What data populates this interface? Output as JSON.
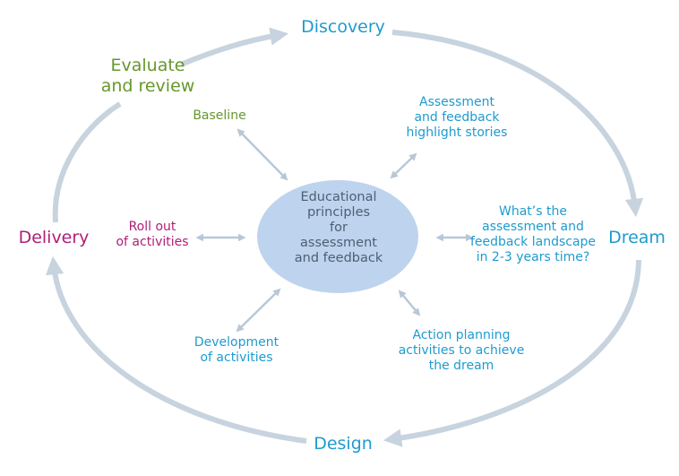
{
  "colors": {
    "stage_blue": "#1e9bcf",
    "stage_green": "#66982c",
    "stage_magenta": "#b01e77",
    "cycle_arrow": "#c7d3de",
    "connector_arrow": "#b8c7d6",
    "center_fill": "#bed3ed",
    "center_text": "#4d5f73"
  },
  "stages": {
    "discovery": "Discovery",
    "dream": "Dream",
    "design": "Design",
    "delivery": "Delivery",
    "evaluate_line1": "Evaluate",
    "evaluate_line2": "and review"
  },
  "center": {
    "line1": "Educational",
    "line2": "principles",
    "line3": "for",
    "line4": "assessment",
    "line5": "and feedback"
  },
  "nodes": {
    "baseline": "Baseline",
    "highlight_line1": "Assessment",
    "highlight_line2": "and feedback",
    "highlight_line3": "highlight stories",
    "landscape_line1": "What’s the",
    "landscape_line2": "assessment and",
    "landscape_line3": "feedback landscape",
    "landscape_line4": "in 2-3 years time?",
    "rollout_line1": "Roll out",
    "rollout_line2": "of activities",
    "development_line1": "Development",
    "development_line2": "of activities",
    "action_line1": "Action planning",
    "action_line2": "activities to achieve",
    "action_line3": "the dream"
  }
}
